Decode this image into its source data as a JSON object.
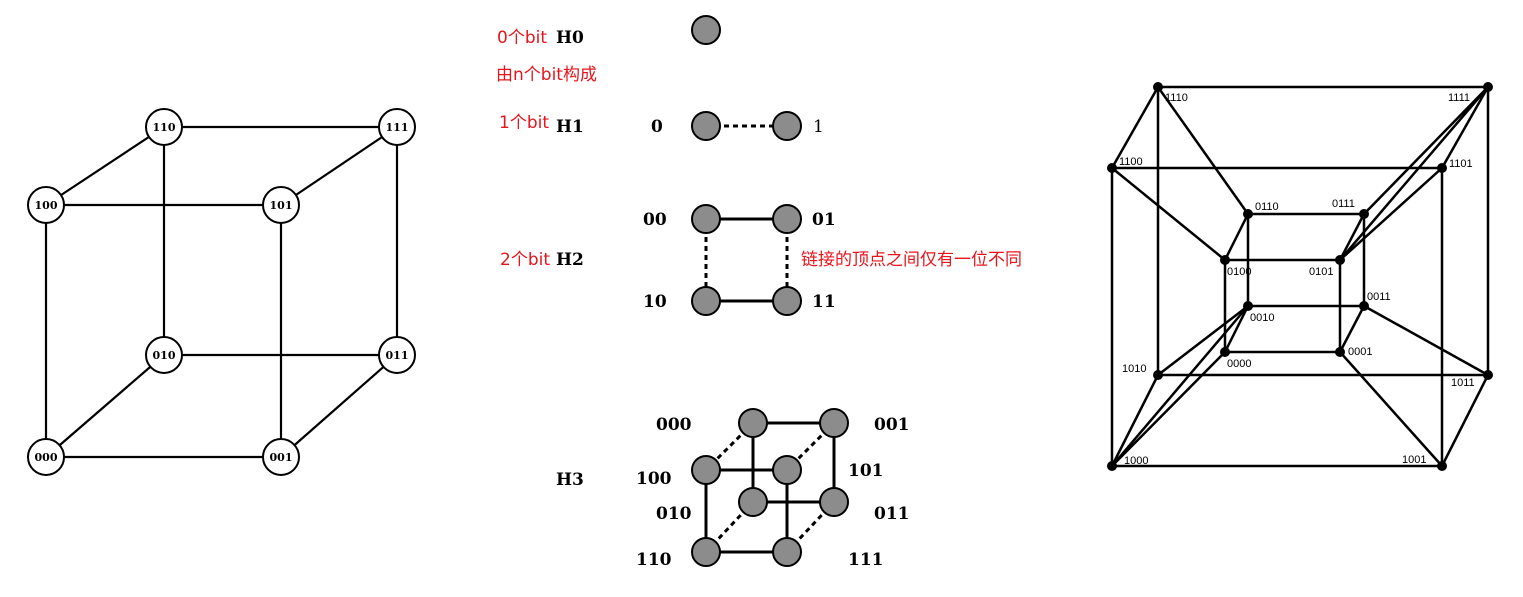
{
  "annotations": {
    "h0_bits": "0个bit",
    "composed": "由n个bit构成",
    "h1_bits": "1个bit",
    "h2_bits": "2个bit",
    "adjacency_note": "链接的顶点之间仅有一位不同"
  },
  "headings": {
    "h0": "H0",
    "h1": "H1",
    "h2": "H2",
    "h3": "H3"
  },
  "h1_labels": [
    "0",
    "1"
  ],
  "h2_labels": [
    "00",
    "01",
    "10",
    "11"
  ],
  "h3_labels": [
    "000",
    "001",
    "100",
    "101",
    "010",
    "011",
    "110",
    "111"
  ],
  "cube_labels": [
    "110",
    "111",
    "100",
    "101",
    "010",
    "011",
    "000",
    "001"
  ],
  "tesseract_labels": [
    "1110",
    "1111",
    "1100",
    "1101",
    "0110",
    "0111",
    "0100",
    "0101",
    "0011",
    "0010",
    "0001",
    "0000",
    "1010",
    "1011",
    "1000",
    "1001"
  ],
  "colors": {
    "red": "#e8141c",
    "node_gray": "#8c8c8c"
  }
}
